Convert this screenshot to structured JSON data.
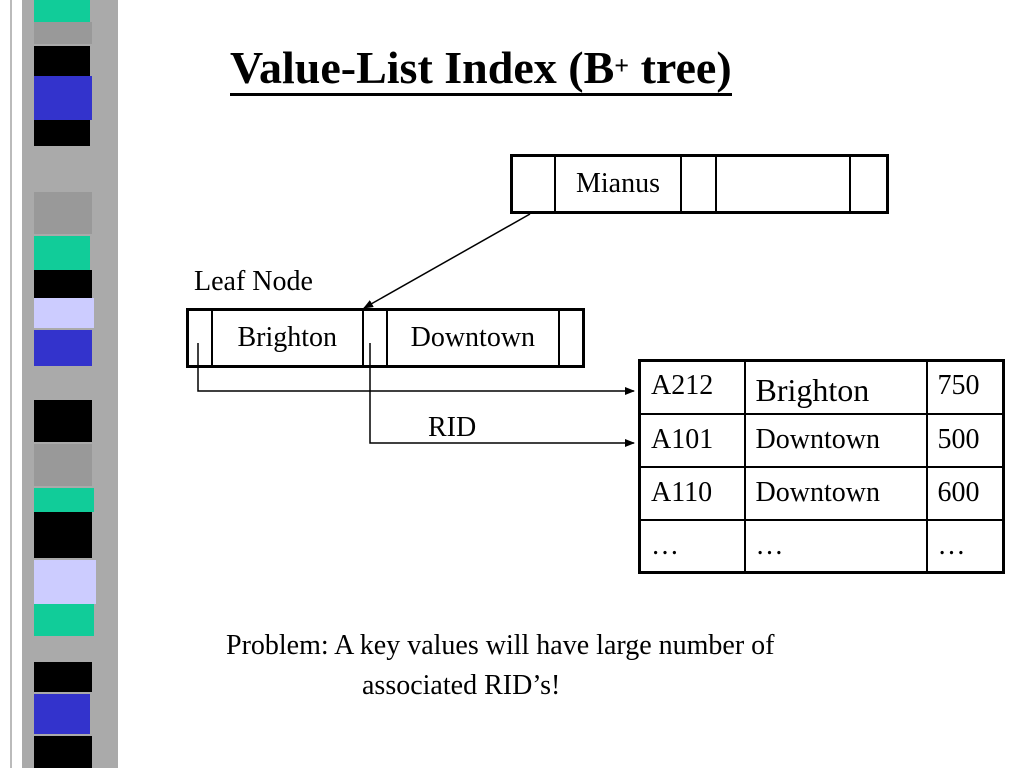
{
  "slide": {
    "title_main": "Value-List Index (B",
    "title_sup": "+",
    "title_end": " tree)"
  },
  "internal_node": {
    "key": "Mianus"
  },
  "leaf_node": {
    "label": "Leaf Node",
    "key1": "Brighton",
    "key2": "Downtown"
  },
  "rid_label": "RID",
  "relation": {
    "rows": [
      [
        "A212",
        "Brighton",
        "750"
      ],
      [
        "A101",
        "Downtown",
        "500"
      ],
      [
        "A110",
        "Downtown",
        "600"
      ],
      [
        "…",
        "…",
        "…"
      ]
    ]
  },
  "problem": {
    "line1": "Problem: A key values will have large number of",
    "line2": "associated RID’s!"
  },
  "colors": {
    "black": "#000000",
    "blue": "#3333cc",
    "teal": "#11cc99",
    "gray": "#999999",
    "light_gray": "#aaaaaa",
    "lavender": "#ccccff"
  }
}
